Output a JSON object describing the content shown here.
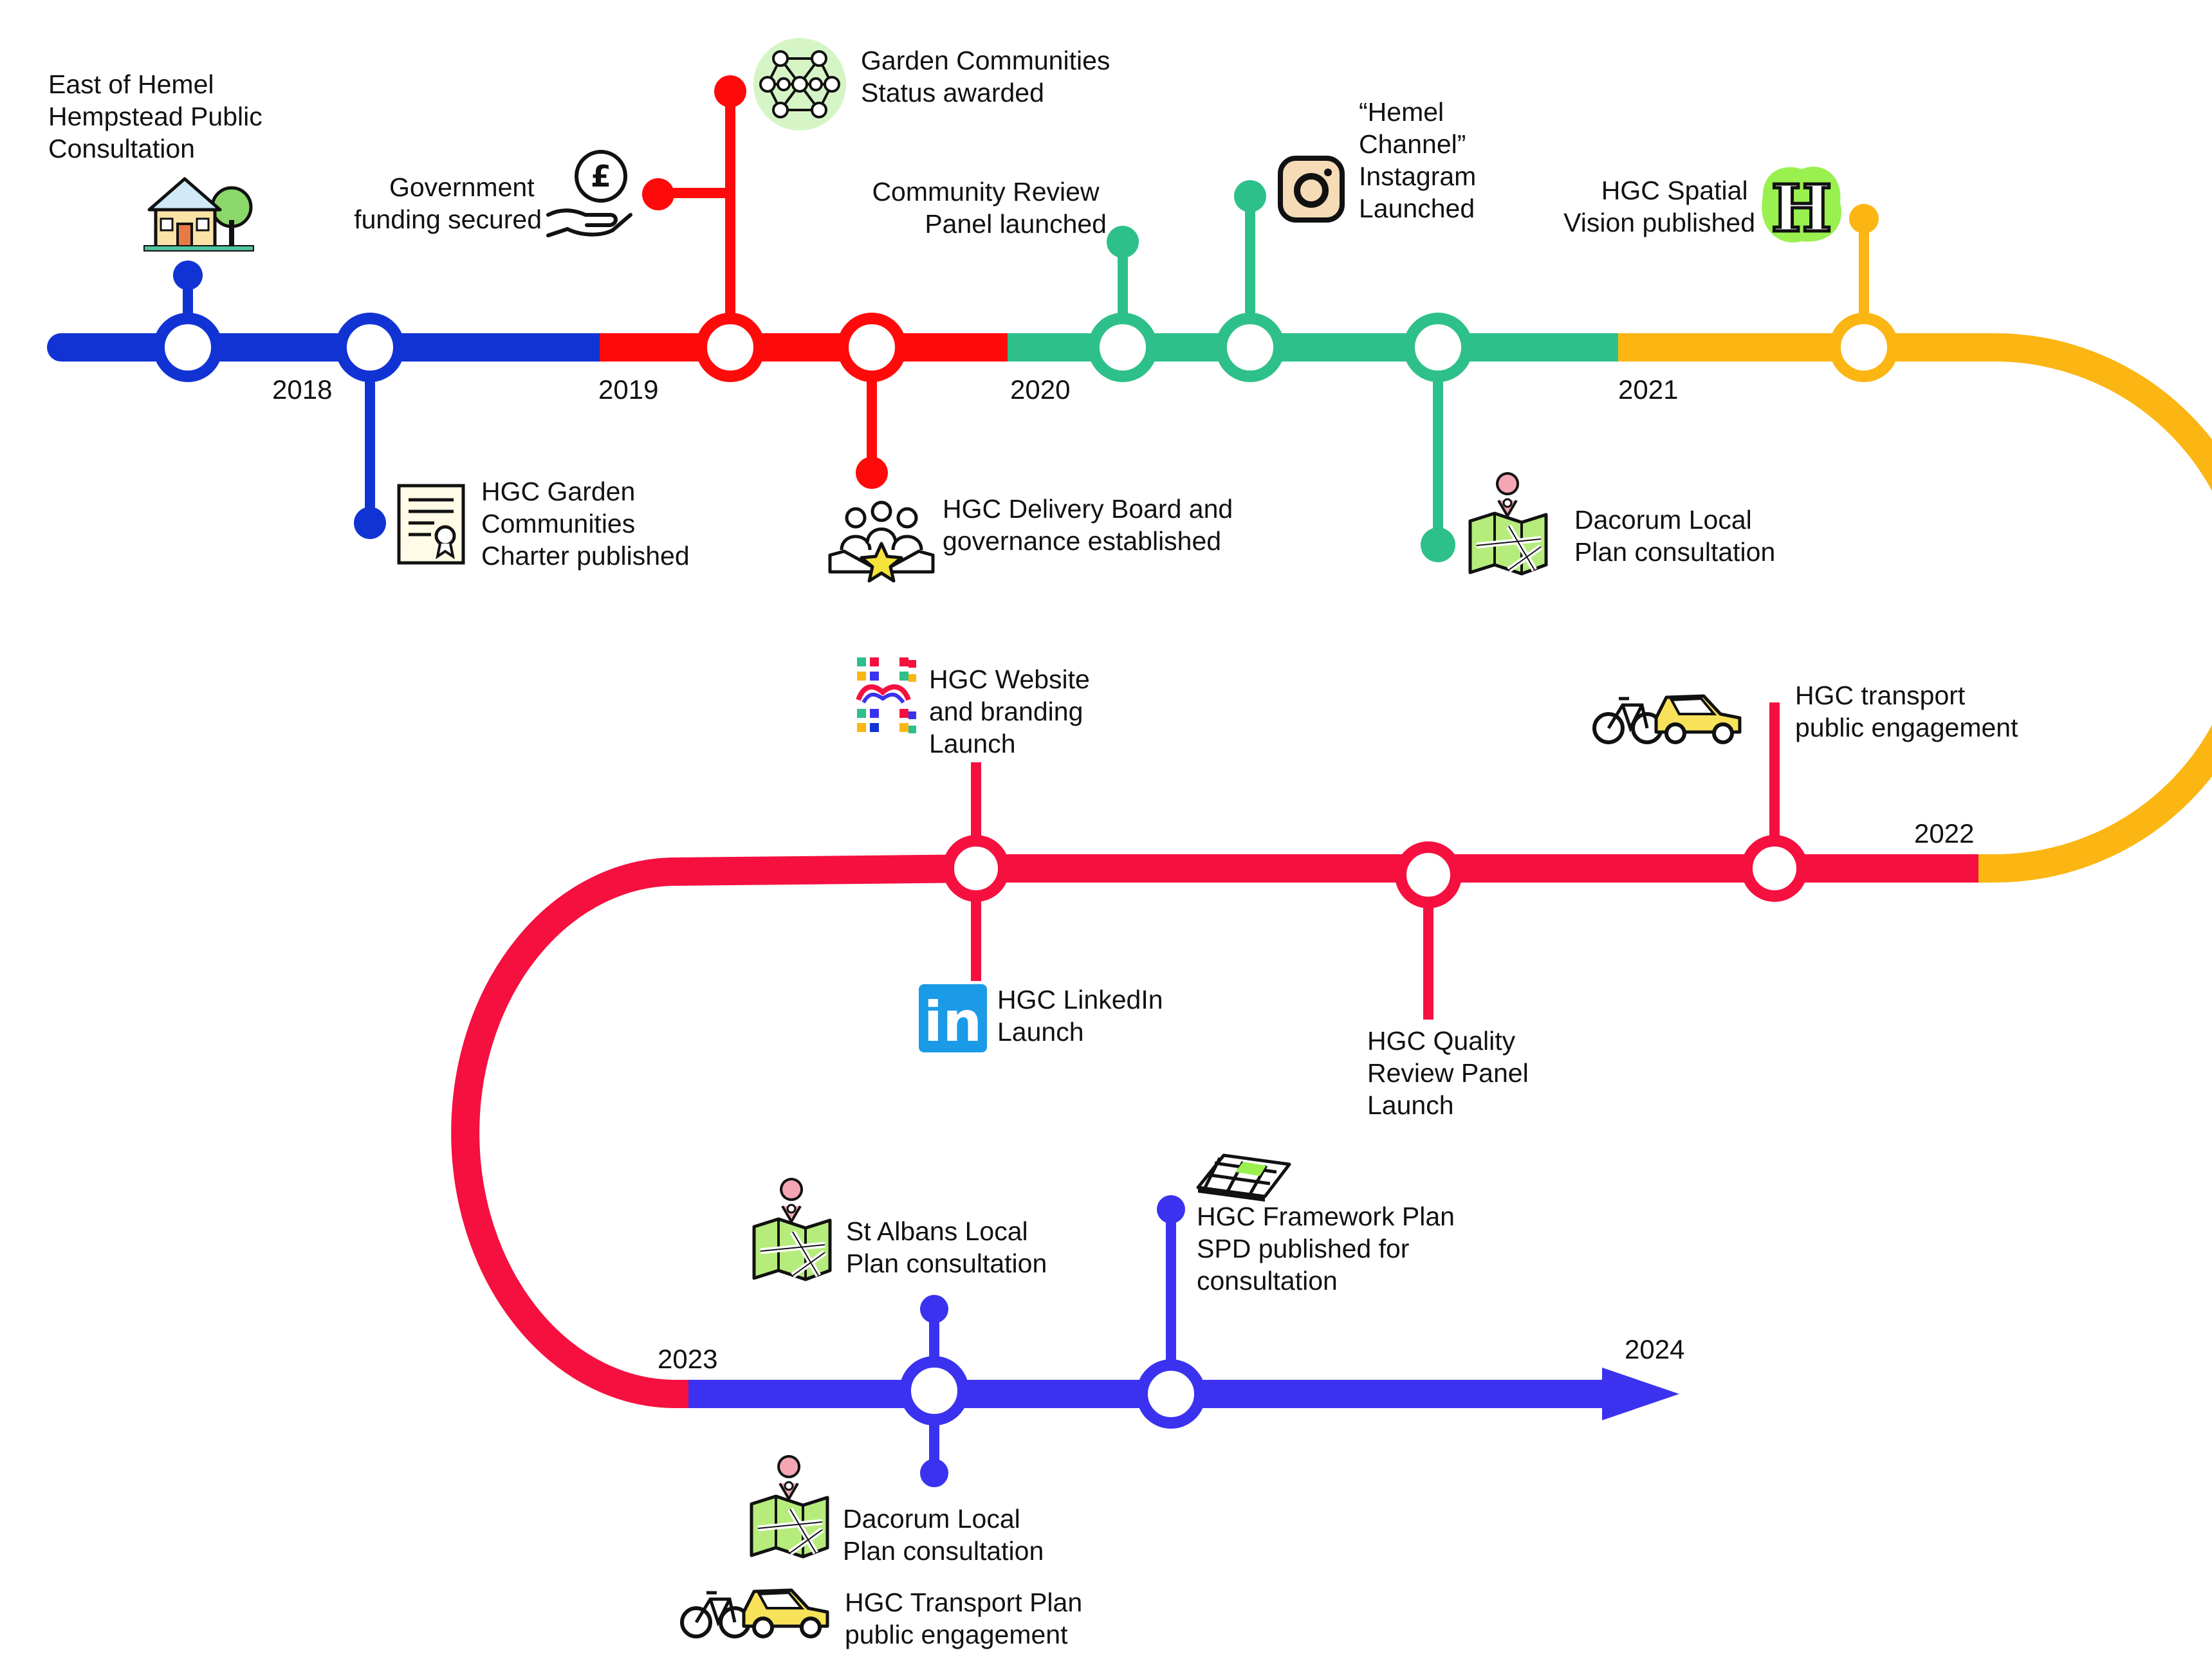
{
  "colors": {
    "y2018": "#1233d4",
    "y2019": "#ff0a0a",
    "y2020": "#2ec08a",
    "y2021": "#fbb614",
    "y2022": "#f5103f",
    "y2023": "#3b32f0"
  },
  "years": {
    "y2018": "2018",
    "y2019": "2019",
    "y2020": "2020",
    "y2021": "2021",
    "y2022": "2022",
    "y2023": "2023",
    "y2024": "2024"
  },
  "events": {
    "e1": {
      "lines": [
        "East of Hemel",
        "Hempstead Public",
        "Consultation"
      ],
      "icon": "house-icon"
    },
    "e2": {
      "lines": [
        "HGC Garden",
        "Communities",
        "Charter published"
      ],
      "icon": "certificate-icon"
    },
    "e3": {
      "lines": [
        "Government",
        "funding secured"
      ],
      "icon": "pound-hand-icon"
    },
    "e4": {
      "lines": [
        "Garden Communities",
        "Status awarded"
      ],
      "icon": "network-icon"
    },
    "e5": {
      "lines": [
        "HGC Delivery Board and",
        "governance established"
      ],
      "icon": "team-star-icon"
    },
    "e6": {
      "lines": [
        "Community Review",
        "Panel launched"
      ]
    },
    "e7": {
      "lines": [
        "“Hemel",
        "Channel”",
        "Instagram",
        "Launched"
      ],
      "icon": "instagram-icon"
    },
    "e8": {
      "lines": [
        "Dacorum Local",
        "Plan consultation"
      ],
      "icon": "map-icon"
    },
    "e9": {
      "lines": [
        "HGC Spatial",
        "Vision published"
      ],
      "icon": "h-logo-icon",
      "icon_text": "H"
    },
    "e10": {
      "lines": [
        "HGC transport",
        "public engagement"
      ],
      "icon": "bike-car-icon"
    },
    "e11": {
      "lines": [
        "HGC Website",
        "and branding",
        "Launch"
      ],
      "icon": "branding-icon"
    },
    "e12": {
      "lines": [
        "HGC LinkedIn",
        "Launch"
      ],
      "icon": "linkedin-icon",
      "icon_text": "in"
    },
    "e13": {
      "lines": [
        "HGC Quality",
        "Review Panel",
        "Launch"
      ]
    },
    "e14": {
      "lines": [
        "St Albans Local",
        "Plan consultation"
      ],
      "icon": "map-icon"
    },
    "e15": {
      "lines": [
        "HGC Framework Plan",
        "SPD published for",
        "consultation"
      ],
      "icon": "framework-plan-icon"
    },
    "e16": {
      "lines": [
        "Dacorum Local",
        "Plan consultation"
      ],
      "icon": "map-icon"
    },
    "e17": {
      "lines": [
        "HGC Transport Plan",
        "public engagement"
      ],
      "icon": "bike-car-icon"
    }
  }
}
